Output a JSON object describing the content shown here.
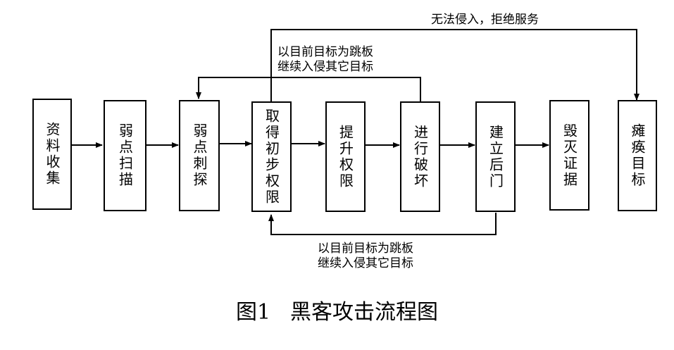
{
  "steps": [
    {
      "label": "资料收集"
    },
    {
      "label": "弱点扫描"
    },
    {
      "label": "弱点刺探"
    },
    {
      "label": "取得初步权限"
    },
    {
      "label": "提升权限"
    },
    {
      "label": "进行破坏"
    },
    {
      "label": "建立后门"
    },
    {
      "label": "毁灭证据"
    },
    {
      "label": "瘫痪目标"
    }
  ],
  "loops": {
    "deny_service": "无法侵入，拒绝服务",
    "pivot_top": [
      "以目前目标为跳板",
      "继续入侵其它目标"
    ],
    "pivot_bottom": [
      "以目前目标为跳板",
      "继续入侵其它目标"
    ]
  },
  "caption": {
    "number": "图1",
    "title": "黑客攻击流程图"
  }
}
